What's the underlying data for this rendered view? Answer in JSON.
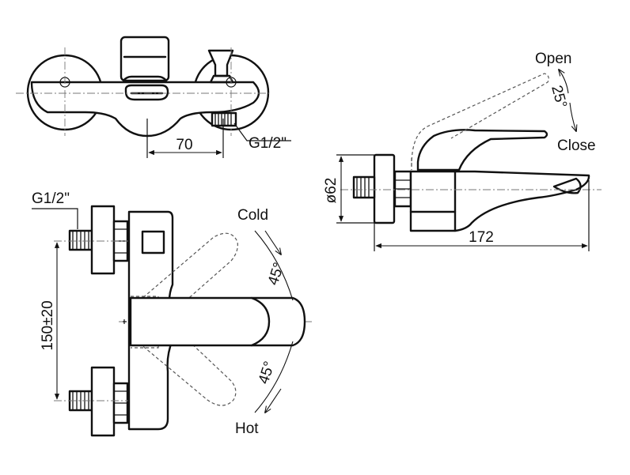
{
  "drawing": {
    "top_view": {
      "dim_center_distance": "70",
      "thread_label": "G1/2\""
    },
    "front_view": {
      "thread_label": "G1/2\"",
      "dim_inlet_spacing": "150±20",
      "label_cold": "Cold",
      "label_hot": "Hot",
      "angle_cold": "45°",
      "angle_hot": "45°"
    },
    "side_view": {
      "label_open": "Open",
      "label_close": "Close",
      "angle_open": "25°",
      "dim_diameter": "ø62",
      "dim_length": "172"
    }
  }
}
